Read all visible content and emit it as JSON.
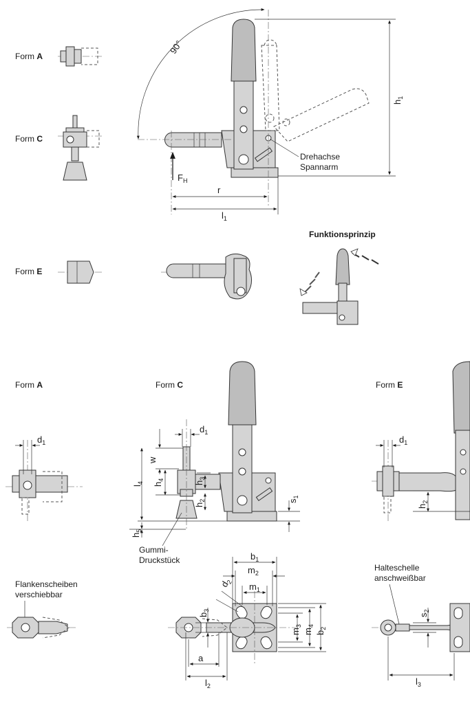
{
  "top": {
    "form_a": {
      "prefix": "Form ",
      "letter": "A"
    },
    "form_c": {
      "prefix": "Form ",
      "letter": "C"
    },
    "form_e": {
      "prefix": "Form ",
      "letter": "E"
    },
    "angle": "90°",
    "h1": "h",
    "h1_sub": "1",
    "fh": "F",
    "fh_sub": "H",
    "r": "r",
    "l1": "l",
    "l1_sub": "1",
    "pivot_line1": "Drehachse",
    "pivot_line2": "Spannarm",
    "principle_title": "Funktionsprinzip"
  },
  "bottom": {
    "form_a": {
      "prefix": "Form ",
      "letter": "A"
    },
    "form_c": {
      "prefix": "Form ",
      "letter": "C"
    },
    "form_e": {
      "prefix": "Form ",
      "letter": "E"
    },
    "d1": "d",
    "d1_sub": "1",
    "w": "w",
    "l4": "l",
    "l4_sub": "4",
    "h4": "h",
    "h4_sub": "4",
    "h3": "h",
    "h3_sub": "3",
    "h2": "h",
    "h2_sub": "2",
    "s1": "s",
    "s1_sub": "1",
    "h5": "h",
    "h5_sub": "5",
    "rubber_line1": "Gummi-",
    "rubber_line2": "Druckstück",
    "flank_line1": "Flankenscheiben",
    "flank_line2": "verschiebbar",
    "b1": "b",
    "b1_sub": "1",
    "m2": "m",
    "m2_sub": "2",
    "m1": "m",
    "m1_sub": "1",
    "d2": "d",
    "d2_sub": "2",
    "b3": "b",
    "b3_sub": "3",
    "m3": "m",
    "m3_sub": "3",
    "m4": "m",
    "m4_sub": "4",
    "b2": "b",
    "b2_sub": "2",
    "a": "a",
    "l2": "l",
    "l2_sub": "2",
    "clamp_line1": "Halteschelle",
    "clamp_line2": "anschweißbar",
    "s2": "s",
    "s2_sub": "2",
    "l3": "l",
    "l3_sub": "3"
  }
}
